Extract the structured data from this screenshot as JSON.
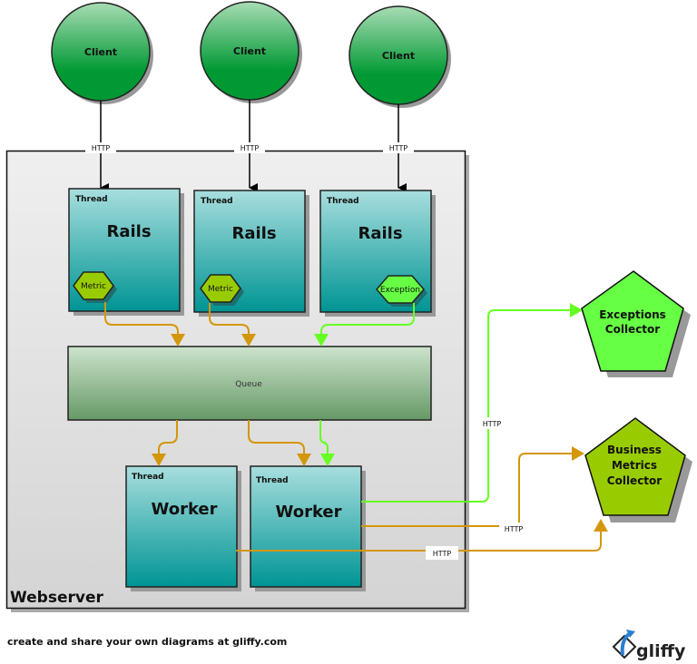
{
  "clients": [
    {
      "label": "Client",
      "link_label": "HTTP"
    },
    {
      "label": "Client",
      "link_label": "HTTP"
    },
    {
      "label": "Client",
      "link_label": "HTTP"
    }
  ],
  "webserver": {
    "label": "Webserver"
  },
  "rails_threads": [
    {
      "tag": "Thread",
      "title": "Rails",
      "badge": "Metric",
      "badge_kind": "metric"
    },
    {
      "tag": "Thread",
      "title": "Rails",
      "badge": "Metric",
      "badge_kind": "metric"
    },
    {
      "tag": "Thread",
      "title": "Rails",
      "badge": "Exception",
      "badge_kind": "exception"
    }
  ],
  "queue": {
    "label": "Queue"
  },
  "worker_threads": [
    {
      "tag": "Thread",
      "title": "Worker"
    },
    {
      "tag": "Thread",
      "title": "Worker"
    }
  ],
  "collectors": {
    "exceptions": {
      "lines": [
        "Exceptions",
        "Collector"
      ]
    },
    "business": {
      "lines": [
        "Business",
        "Metrics",
        "Collector"
      ]
    }
  },
  "edge_labels": {
    "exceptions_http": "HTTP",
    "metrics_http_1": "HTTP",
    "metrics_http_2": "HTTP"
  },
  "colors": {
    "metric_line": "#d4960a",
    "exception_line": "#66ff22",
    "client_green": "#009933",
    "metric_badge": "#99cc00",
    "exception_badge": "#66ff44"
  },
  "footer": {
    "text": "create and share your own diagrams at gliffy.com",
    "logo": "gliffy"
  }
}
